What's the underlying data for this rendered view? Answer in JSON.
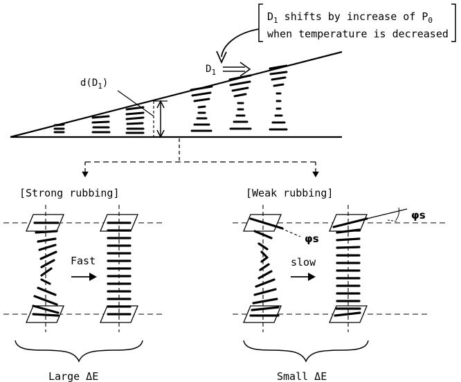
{
  "note": {
    "line1": "D",
    "line1_sub": "1",
    "line1_rest": " shifts by increase of P",
    "line1_sub2": "0",
    "line2": "when temperature is decreased"
  },
  "wedge": {
    "d_label": "d(D",
    "d_label_sub": "1",
    "d_label_end": ")",
    "d1_label": "D",
    "d1_label_sub": "1"
  },
  "strong": {
    "title": "[Strong rubbing]",
    "arrow_label": "Fast",
    "caption": "Large ΔE"
  },
  "weak": {
    "title": "[Weak rubbing]",
    "arrow_label": "slow",
    "phi_label": "φs",
    "phi_label2": "φs",
    "caption": "Small ΔE"
  }
}
